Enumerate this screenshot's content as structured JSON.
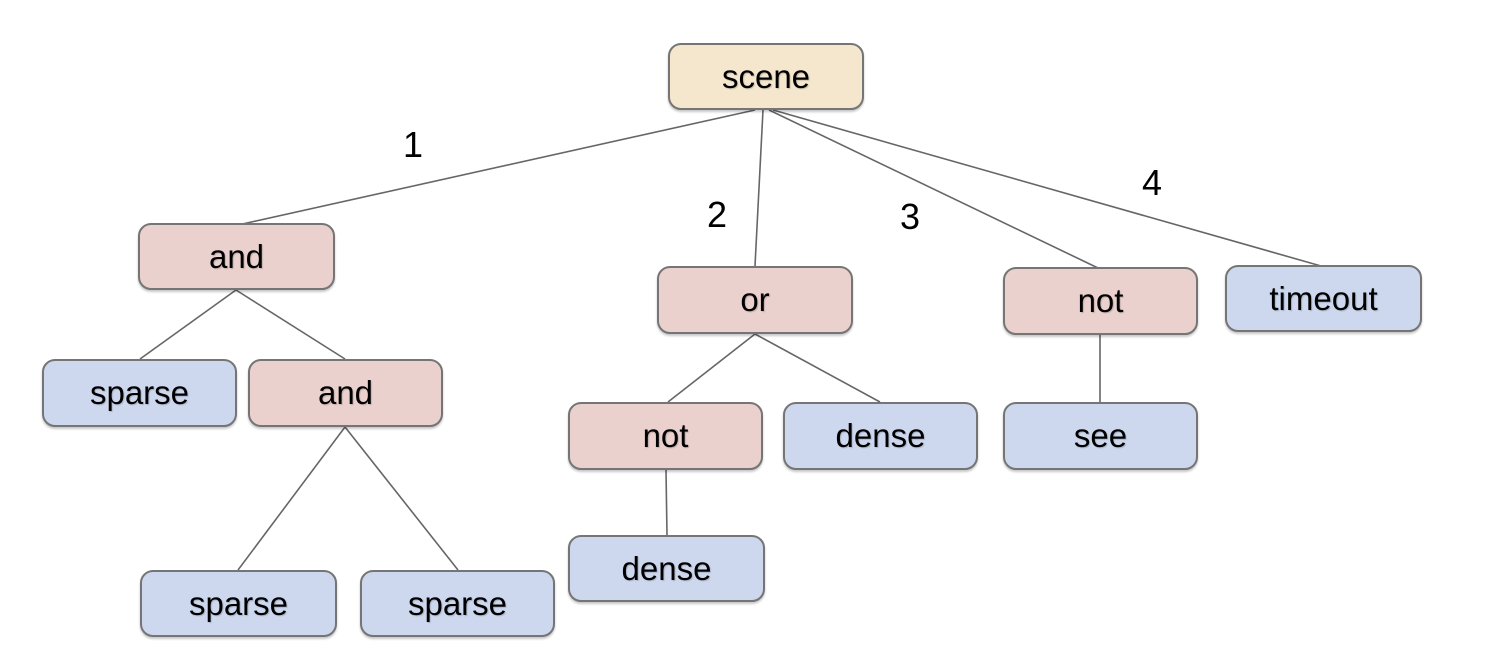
{
  "diagram": {
    "type": "tree",
    "root": "scene",
    "nodes": {
      "scene": {
        "label": "scene",
        "type": "root"
      },
      "and1": {
        "label": "and",
        "type": "operator"
      },
      "or1": {
        "label": "or",
        "type": "operator"
      },
      "not_r": {
        "label": "not",
        "type": "operator"
      },
      "timeout": {
        "label": "timeout",
        "type": "leaf"
      },
      "sparse1": {
        "label": "sparse",
        "type": "leaf"
      },
      "and2": {
        "label": "and",
        "type": "operator"
      },
      "not_m": {
        "label": "not",
        "type": "operator"
      },
      "dense1": {
        "label": "dense",
        "type": "leaf"
      },
      "see1": {
        "label": "see",
        "type": "leaf"
      },
      "dense2": {
        "label": "dense",
        "type": "leaf"
      },
      "sparse2": {
        "label": "sparse",
        "type": "leaf"
      },
      "sparse3": {
        "label": "sparse",
        "type": "leaf"
      }
    },
    "edges": [
      {
        "from": "scene",
        "to": "and1",
        "label": "1"
      },
      {
        "from": "scene",
        "to": "or1",
        "label": "2"
      },
      {
        "from": "scene",
        "to": "not_r",
        "label": "3"
      },
      {
        "from": "scene",
        "to": "timeout",
        "label": "4"
      },
      {
        "from": "and1",
        "to": "sparse1",
        "label": ""
      },
      {
        "from": "and1",
        "to": "and2",
        "label": ""
      },
      {
        "from": "and2",
        "to": "sparse2",
        "label": ""
      },
      {
        "from": "and2",
        "to": "sparse3",
        "label": ""
      },
      {
        "from": "or1",
        "to": "not_m",
        "label": ""
      },
      {
        "from": "or1",
        "to": "dense1",
        "label": ""
      },
      {
        "from": "not_m",
        "to": "dense2",
        "label": ""
      },
      {
        "from": "not_r",
        "to": "see1",
        "label": ""
      }
    ],
    "colors": {
      "root_fill": "#f5e7ce",
      "operator_fill": "#ebd1ce",
      "leaf_fill": "#cdd8ef",
      "node_border": "#757575",
      "edge_line": "#666666",
      "text": "#000000",
      "background": "#ffffff"
    }
  }
}
